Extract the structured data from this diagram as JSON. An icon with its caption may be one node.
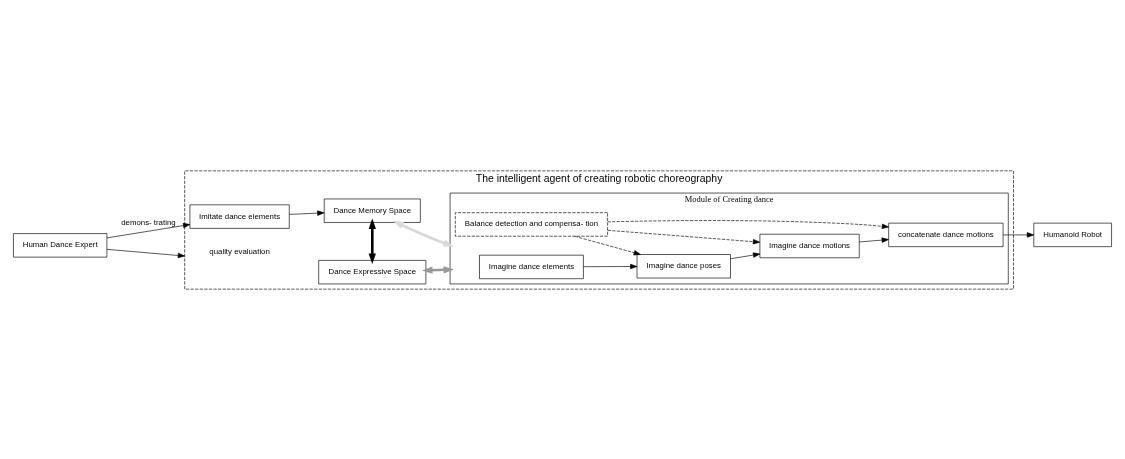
{
  "diagram": {
    "nodes": [
      {
        "text": [
          "The intelligent agent of creating robotic choreography"
        ]
      },
      {
        "text": [
          "Human Dance Expert"
        ]
      },
      {
        "text": [
          "Imitate dance elements"
        ],
        "in": 0
      },
      {
        "text": [
          "Dance Memory Space"
        ],
        "in": 0
      },
      {
        "text": [
          "Dance Expressive Space"
        ],
        "in": 0
      },
      {
        "text": [
          "Module of Creating dance"
        ],
        "in": 0
      },
      {
        "text": [
          "Imagine dance elements"
        ],
        "in": 5
      },
      {
        "text": [
          "Balance detection and compensa- tion"
        ],
        "in": 5
      },
      {
        "text": [
          "Imagine dance poses"
        ],
        "in": 5
      },
      {
        "text": [
          "Imagine dance motions"
        ],
        "in": 5
      },
      {
        "text": [
          "concatenate dance motions"
        ],
        "in": 5
      },
      {
        "text": [
          "Humanoid Robot"
        ]
      }
    ],
    "edges": [
      {
        "from": 1,
        "to": 2,
        "arrow": "to",
        "label": "demons- trating"
      },
      {
        "from": 1,
        "to": 0,
        "arrow": "to",
        "label": "quality evaluation"
      },
      {
        "from": 2,
        "to": 3,
        "arrow": "to"
      },
      {
        "from": 3,
        "to": 5,
        "arrow": "both",
        "style": "thick",
        "color": "#d9d9d9"
      },
      {
        "from": 3,
        "to": 4,
        "arrow": "both",
        "style": "thick"
      },
      {
        "from": 4,
        "to": 5,
        "arrow": "both",
        "style": "thick",
        "color": "#999999"
      },
      {
        "from": 6,
        "to": 8,
        "arrow": "to"
      },
      {
        "from": 8,
        "to": 9,
        "arrow": "to"
      },
      {
        "from": 9,
        "to": 10,
        "arrow": "to"
      },
      {
        "from": 7,
        "to": 8,
        "arrow": "to",
        "style": "dashed"
      },
      {
        "from": 7,
        "to": 9,
        "arrow": "to",
        "style": "dashed"
      },
      {
        "from": 7,
        "to": 10,
        "arrow": "to",
        "style": "dashed"
      },
      {
        "from": 10,
        "to": 11,
        "arrow": "to"
      }
    ]
  }
}
